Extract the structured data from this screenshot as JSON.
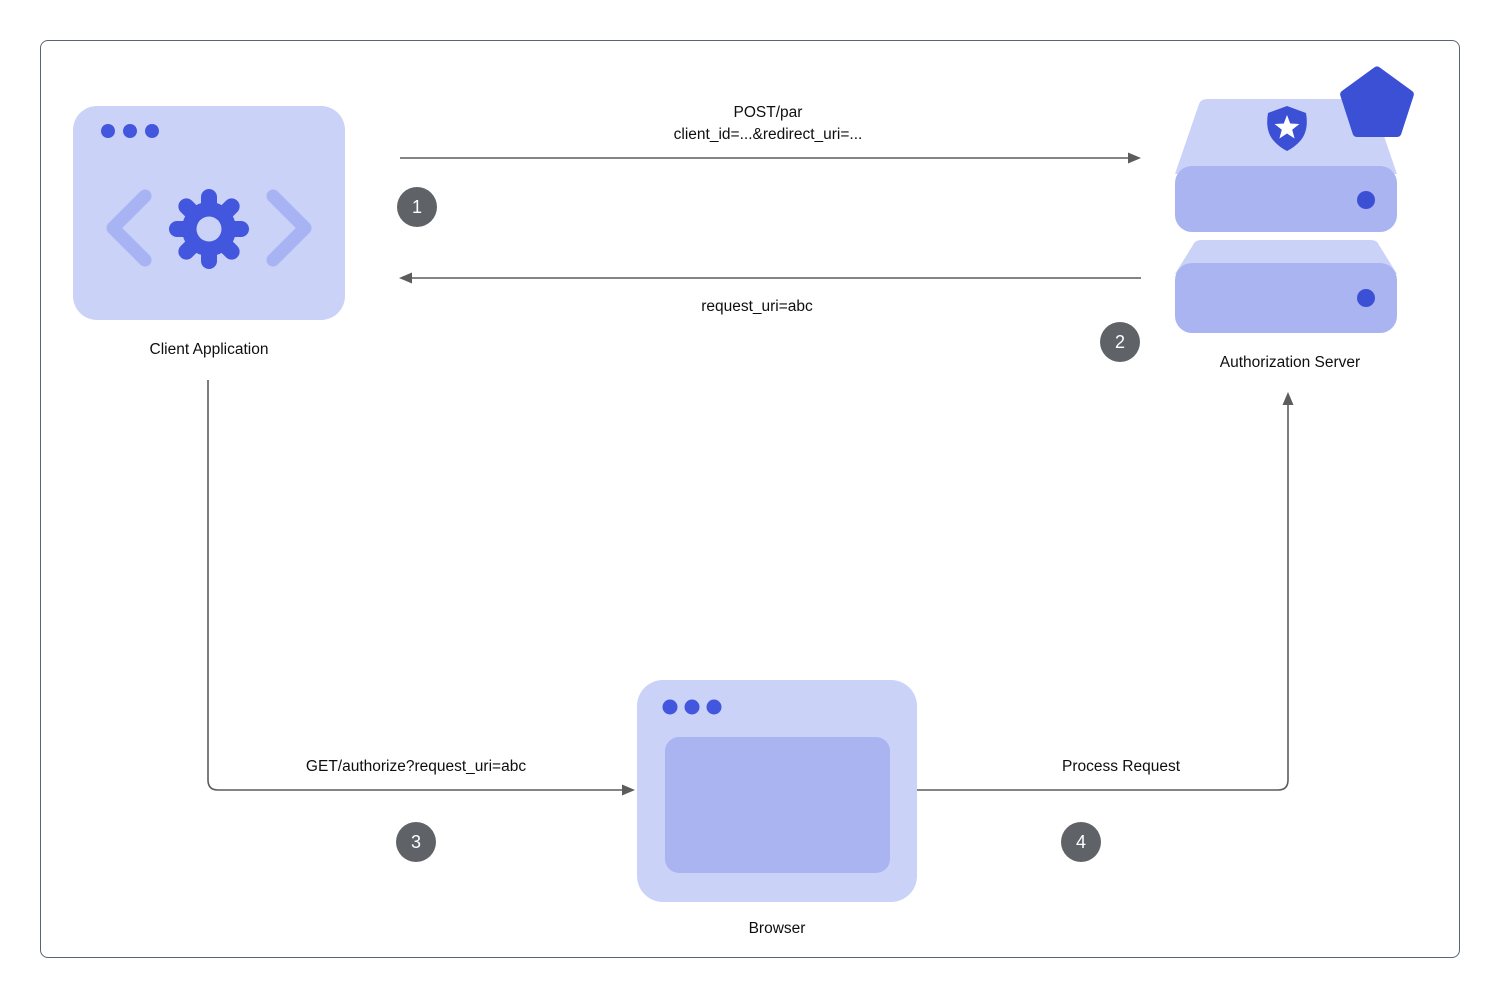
{
  "colors": {
    "frame-border": "#5a6472",
    "node-light": "#cbd2f8",
    "node-mid": "#a9b4f0",
    "accent-blue": "#4356de",
    "deep-blue": "#3c50d6",
    "chevron-blue": "#a7b3f3",
    "arrow-gray": "#5c5c5c",
    "badge-gray": "#5f6368",
    "label-text": "#0f0f0f"
  },
  "nodes": {
    "client": {
      "label": "Client Application"
    },
    "auth_server": {
      "label": "Authorization Server"
    },
    "browser": {
      "label": "Browser"
    }
  },
  "edges": {
    "par_request": {
      "step": "1",
      "label_line1": "POST/par",
      "label_line2": "client_id=...&redirect_uri=..."
    },
    "par_response": {
      "step": "2",
      "label": "request_uri=abc"
    },
    "authorize_redirect": {
      "step": "3",
      "label": "GET/authorize?request_uri=abc"
    },
    "process_request": {
      "step": "4",
      "label": "Process Request"
    }
  },
  "icons": {
    "client": "code-gear-app-icon",
    "auth_server": "server-stack-shield-icon",
    "browser": "browser-window-icon"
  }
}
